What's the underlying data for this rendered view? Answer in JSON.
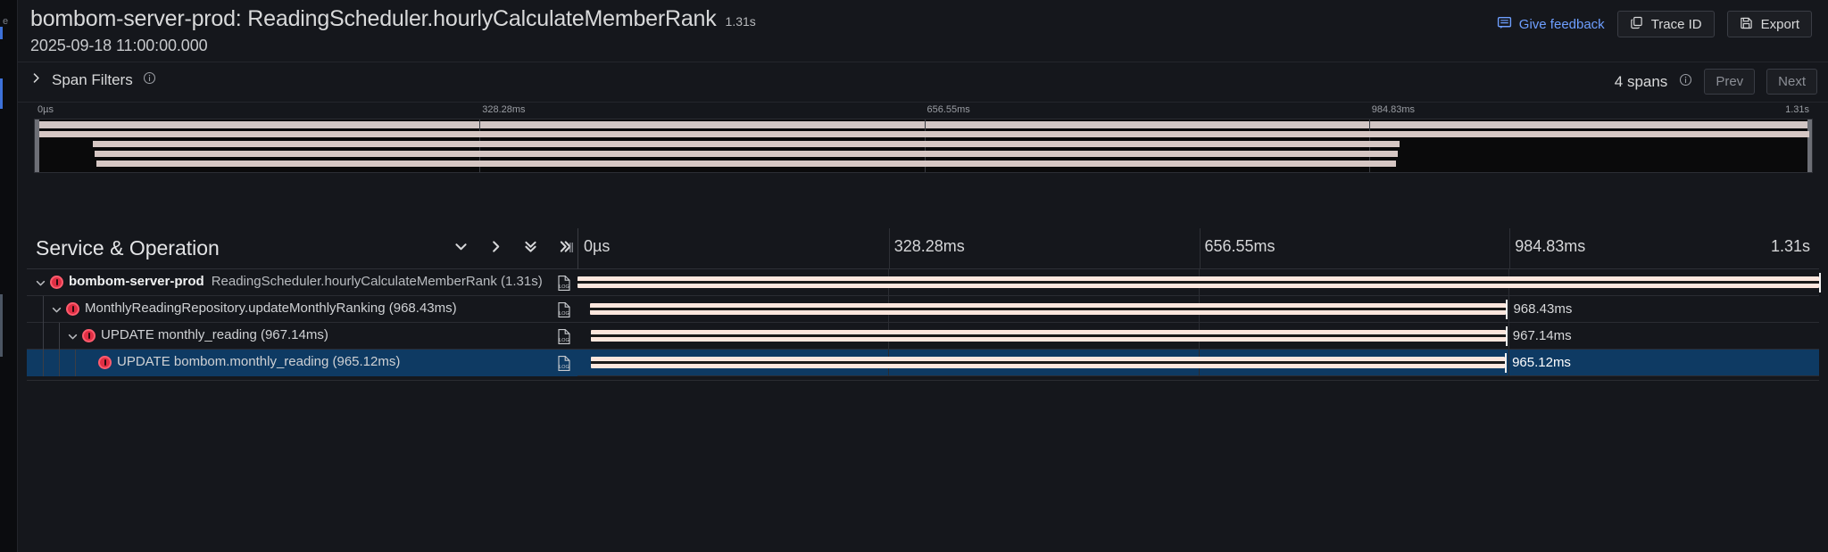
{
  "rail": {
    "letter": "e"
  },
  "header": {
    "trace_title": "bombom-server-prod: ReadingScheduler.hourlyCalculateMemberRank",
    "trace_duration": "1.31s",
    "timestamp": "2025-09-18 11:00:00.000",
    "give_feedback_label": "Give feedback",
    "give_feedback_icon": "comment-icon",
    "trace_id_label": "Trace ID",
    "trace_id_icon": "copy-icon",
    "export_label": "Export",
    "export_icon": "save-icon"
  },
  "filters": {
    "span_filters_label": "Span Filters",
    "expand_icon": "chevron-right-icon",
    "info_icon": "info-circle-icon",
    "spans_count": "4 spans",
    "spans_info_icon": "info-circle-icon",
    "prev_label": "Prev",
    "next_label": "Next"
  },
  "minimap": {
    "ticks": [
      "0µs",
      "328.28ms",
      "656.55ms",
      "984.83ms",
      "1.31s"
    ],
    "bars": [
      {
        "left_pct": 0.0,
        "width_pct": 100.0
      },
      {
        "left_pct": 3.05,
        "width_pct": 73.8
      },
      {
        "left_pct": 3.15,
        "width_pct": 73.6
      },
      {
        "left_pct": 3.25,
        "width_pct": 73.4
      }
    ]
  },
  "table": {
    "column_title": "Service & Operation",
    "collapse_icons": [
      "chevron-down-icon",
      "chevron-right-icon",
      "double-chevron-down-icon",
      "double-chevron-right-icon"
    ],
    "drag_handle_icon": "column-resize-handle-icon",
    "timeline_ticks": [
      "0µs",
      "328.28ms",
      "656.55ms",
      "984.83ms",
      "1.31s"
    ]
  },
  "spans": [
    {
      "depth": 0,
      "expander_icon": "chevron-down-icon",
      "error_icon": "error-circle-icon",
      "service": "bombom-server-prod",
      "operation": "ReadingScheduler.hourlyCalculateMemberRank (1.31s)",
      "log_icon": "log-file-icon",
      "bar_left_pct": 0.0,
      "bar_width_pct": 100.0,
      "duration_label": "",
      "selected": false
    },
    {
      "depth": 1,
      "expander_icon": "chevron-down-icon",
      "error_icon": "error-circle-icon",
      "service": "",
      "operation": "MonthlyReadingRepository.updateMonthlyRanking (968.43ms)",
      "log_icon": "log-file-icon",
      "bar_left_pct": 1.0,
      "bar_width_pct": 73.8,
      "duration_label": "968.43ms",
      "selected": false
    },
    {
      "depth": 2,
      "expander_icon": "chevron-down-icon",
      "error_icon": "error-circle-icon",
      "service": "",
      "operation": "UPDATE monthly_reading (967.14ms)",
      "log_icon": "log-file-icon",
      "bar_left_pct": 1.05,
      "bar_width_pct": 73.7,
      "duration_label": "967.14ms",
      "selected": false
    },
    {
      "depth": 3,
      "expander_icon": "",
      "error_icon": "error-circle-icon",
      "service": "",
      "operation": "UPDATE bombom.monthly_reading (965.12ms)",
      "log_icon": "log-file-icon",
      "bar_left_pct": 1.1,
      "bar_width_pct": 73.6,
      "duration_label": "965.12ms",
      "selected": true
    }
  ],
  "colors": {
    "accent_blue": "#6e9fff",
    "selected_row": "#0e3a63",
    "bar_fill": "#fce6dd",
    "error_red": "#e02f44",
    "background": "#15171c"
  }
}
